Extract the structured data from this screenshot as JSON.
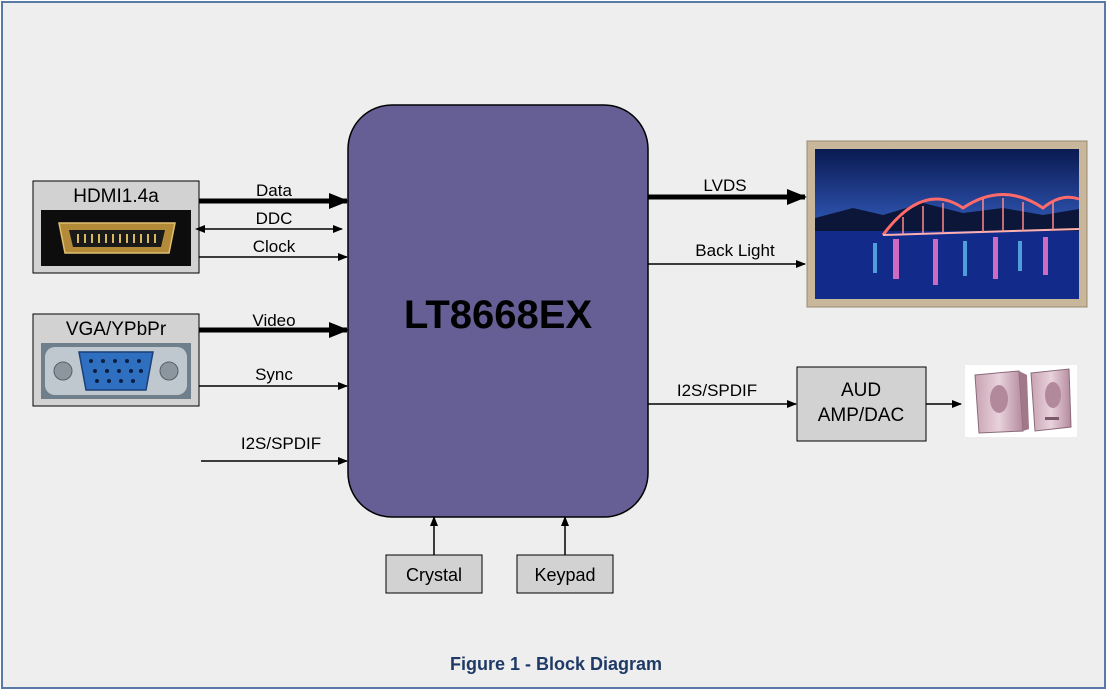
{
  "chip": {
    "name": "LT8668EX"
  },
  "inputs": {
    "hdmi": {
      "label": "HDMI1.4a",
      "icon": "hdmi-connector-icon"
    },
    "vga": {
      "label": "VGA/YPbPr",
      "icon": "vga-connector-icon"
    }
  },
  "signals": {
    "data": "Data",
    "ddc": "DDC",
    "clock": "Clock",
    "video": "Video",
    "sync": "Sync",
    "i2s_in": "I2S/SPDIF",
    "lvds": "LVDS",
    "backlight": "Back Light",
    "i2s_out": "I2S/SPDIF"
  },
  "peripherals": {
    "crystal": "Crystal",
    "keypad": "Keypad",
    "aud_line1": "AUD",
    "aud_line2": "AMP/DAC"
  },
  "outputs": {
    "display_icon": "lcd-panel-bridge-image",
    "speaker_icon": "speakers-icon"
  },
  "caption": "Figure 1 - Block Diagram",
  "colors": {
    "chip_fill": "#655f96",
    "box_fill": "#d2d2d2",
    "background": "#eeeeee",
    "border": "#5a7aa6",
    "caption": "#1f3a66"
  }
}
